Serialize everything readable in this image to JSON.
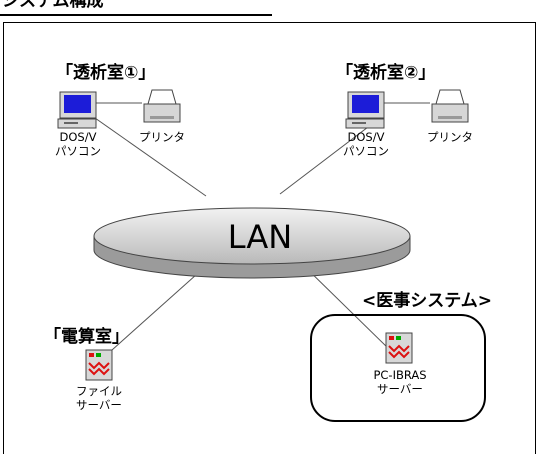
{
  "heading": "システム構成",
  "rooms": {
    "dialysis1": "「透析室①」",
    "dialysis2": "「透析室②」",
    "computing": "「電算室」"
  },
  "system_label": "<医事システム>",
  "network": "LAN",
  "devices": {
    "pc1": [
      "DOS/V",
      "パソコン"
    ],
    "printer1": "プリンタ",
    "pc2": [
      "DOS/V",
      "パソコン"
    ],
    "printer2": "プリンタ",
    "file_server": [
      "ファイル",
      "サーバー"
    ],
    "ibras_server": [
      "PC-IBRAS",
      "サーバー"
    ]
  }
}
